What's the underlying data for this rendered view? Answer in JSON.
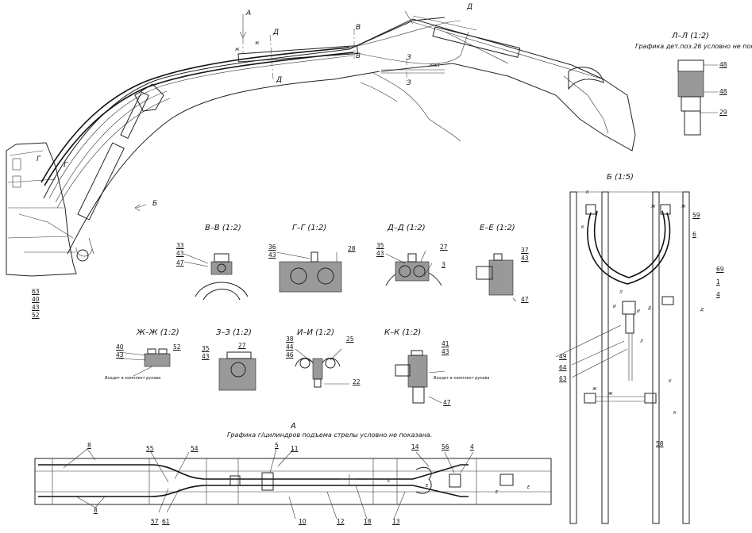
{
  "view_a": {
    "title": "A",
    "note": "Графика г/цилиндров подъема стрелы условно не показана."
  },
  "main_view": {
    "arrow_labels": [
      "А",
      "Ж",
      "Ж",
      "Д",
      "Д",
      "В",
      "В",
      "Д",
      "З",
      "З",
      "Г",
      "Г",
      "Б"
    ],
    "dim_text": "20±5",
    "callouts": [
      "63",
      "40",
      "43",
      "52"
    ]
  },
  "section_ll": {
    "title": "Л–Л (1:2)",
    "note": "Графика дет.поз.26 условно не показана.",
    "callouts": [
      "48",
      "48",
      "29"
    ]
  },
  "section_b": {
    "title": "Б (1:5)",
    "callouts": [
      "59",
      "6",
      "69",
      "1",
      "4",
      "49",
      "64",
      "63",
      "58"
    ],
    "letters": [
      "К",
      "К",
      "Ж",
      "Ж",
      "Л",
      "Л",
      "И",
      "И",
      "Д",
      "Д",
      "Ж",
      "К",
      "К",
      "Ж"
    ]
  },
  "sections": [
    {
      "title": "В–В (1:2)",
      "callouts": [
        "33",
        "43",
        "47"
      ]
    },
    {
      "title": "Г–Г (1:2)",
      "callouts": [
        "36",
        "43",
        "28"
      ]
    },
    {
      "title": "Д–Д (1:2)",
      "callouts": [
        "35",
        "43",
        "27",
        "3"
      ]
    },
    {
      "title": "Е–Е (1:2)",
      "callouts": [
        "37",
        "43",
        "47"
      ]
    },
    {
      "title": "Ж–Ж (1:2)",
      "callouts": [
        "40",
        "43",
        "52"
      ],
      "note": "Входит в комплект рукава"
    },
    {
      "title": "З–З (1:2)",
      "callouts": [
        "35",
        "43",
        "27"
      ]
    },
    {
      "title": "И–И (1:2)",
      "callouts": [
        "38",
        "44",
        "46",
        "25",
        "22"
      ]
    },
    {
      "title": "К–К (1:2)",
      "callouts": [
        "41",
        "43",
        "47"
      ],
      "note": "Входит в комплект рукава"
    }
  ],
  "bottom_view": {
    "callouts": [
      "8",
      "8",
      "55",
      "54",
      "57",
      "61",
      "5",
      "11",
      "10",
      "12",
      "18",
      "13",
      "14",
      "56",
      "4"
    ],
    "letters": [
      "Е",
      "Е",
      "Е",
      "Е"
    ]
  }
}
